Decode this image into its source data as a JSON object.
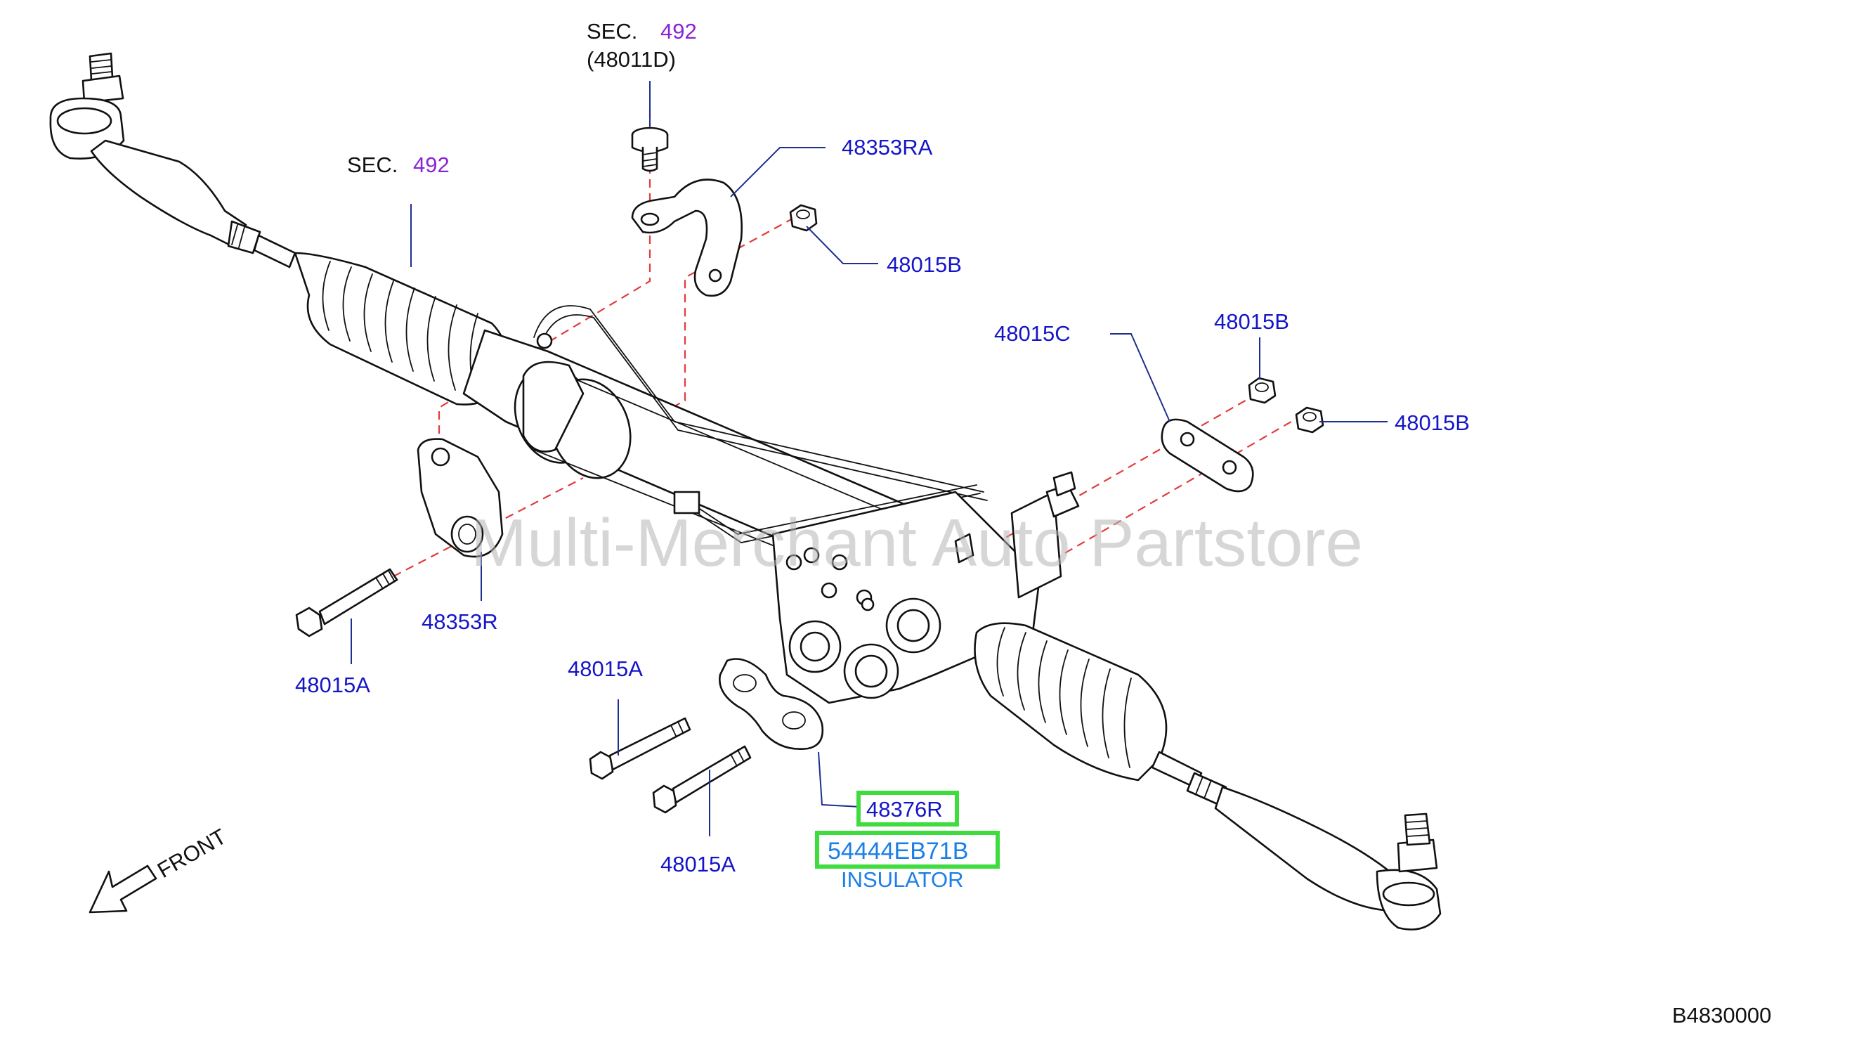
{
  "watermark": "Multi-Merchant Auto Partstore",
  "diagram_code": "B4830000",
  "front_label": "FRONT",
  "sec_top": {
    "prefix": "SEC.",
    "number": "492",
    "sub": "(48011D)"
  },
  "sec_left": {
    "prefix": "SEC.",
    "number": "492"
  },
  "labels": {
    "p48353RA": "48353RA",
    "p48015B_a": "48015B",
    "p48015C": "48015C",
    "p48015B_b": "48015B",
    "p48015B_c": "48015B",
    "p48353R": "48353R",
    "p48015A_left": "48015A",
    "p48015A_mid": "48015A",
    "p48015A_low": "48015A",
    "p48376R": "48376R"
  },
  "highlighted_part": {
    "number": "54444EB71B",
    "name": "INSULATOR"
  },
  "colors": {
    "label_blue": "#1515c8",
    "section_purple": "#8a24d6",
    "highlight_green": "#3fdc3f",
    "insulator_blue": "#1c7fe6",
    "centerline_red": "#e33b3b"
  }
}
